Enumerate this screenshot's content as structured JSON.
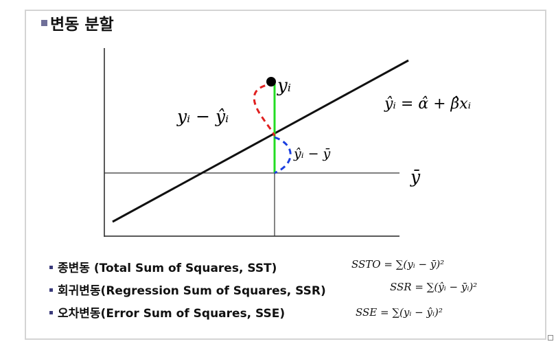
{
  "title": "변동 분할",
  "diagram": {
    "label_yi": "yᵢ",
    "label_residual": "yᵢ − ŷᵢ",
    "label_explained": "ŷᵢ − ȳ",
    "label_ybar": "ȳ",
    "regression_equation": "ŷᵢ = α̂ + β̂xᵢ",
    "colors": {
      "axis": "#222222",
      "regression_line": "#111111",
      "total_segment": "#22dd22",
      "residual_curve": "#e02020",
      "explained_curve": "#1a3ee0"
    }
  },
  "bullets": [
    {
      "label": "종변동 (Total Sum of Squares, SST)",
      "formula": "SSTO = ∑(yᵢ − ȳ)²"
    },
    {
      "label": "회귀변동(Regression Sum of Squares, SSR)",
      "formula": "SSR = ∑(ŷᵢ − ȳᵢ)²"
    },
    {
      "label": "오차변동(Error Sum of Squares, SSE)",
      "formula": "SSE = ∑(yᵢ − ŷᵢ)²"
    }
  ]
}
